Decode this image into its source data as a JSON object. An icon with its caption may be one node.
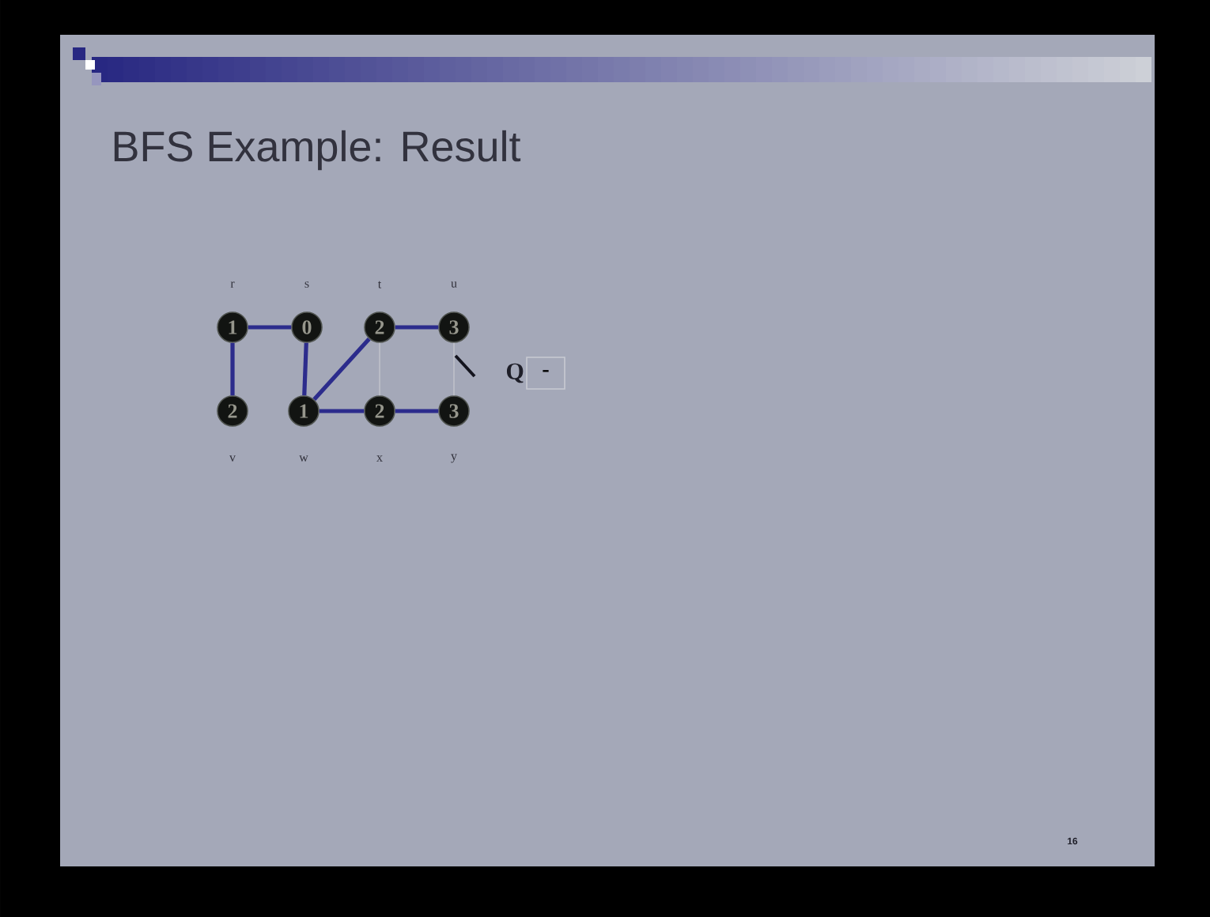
{
  "diagram": {
    "title": "BFS Example: Result",
    "nodes": [
      {
        "text": [
          "1"
        ],
        "beside": [
          "r"
        ]
      },
      {
        "text": [
          "0"
        ],
        "beside": [
          "s"
        ]
      },
      {
        "text": [
          "2"
        ],
        "beside": [
          "t"
        ]
      },
      {
        "text": [
          "3"
        ],
        "beside": [
          "u"
        ]
      },
      {
        "text": [
          "2"
        ],
        "beside": [
          "v"
        ]
      },
      {
        "text": [
          "1"
        ],
        "beside": [
          "w"
        ]
      },
      {
        "text": [
          "2"
        ],
        "beside": [
          "x"
        ]
      },
      {
        "text": [
          "3"
        ],
        "beside": [
          "y"
        ]
      },
      {
        "text": [
          "-"
        ],
        "beside": [
          "Q"
        ]
      }
    ],
    "edges": [
      {
        "from": 0,
        "to": 1,
        "arrow": "none"
      },
      {
        "from": 0,
        "to": 4,
        "arrow": "none"
      },
      {
        "from": 1,
        "to": 5,
        "arrow": "none"
      },
      {
        "from": 5,
        "to": 2,
        "arrow": "none"
      },
      {
        "from": 2,
        "to": 3,
        "arrow": "none"
      },
      {
        "from": 5,
        "to": 6,
        "arrow": "none"
      },
      {
        "from": 6,
        "to": 7,
        "arrow": "none"
      },
      {
        "from": 2,
        "to": 6,
        "arrow": "none",
        "color": "#c2c4cd"
      },
      {
        "from": 3,
        "to": 7,
        "arrow": "none",
        "color": "#c2c4cd"
      }
    ],
    "labels": [
      "16"
    ]
  }
}
